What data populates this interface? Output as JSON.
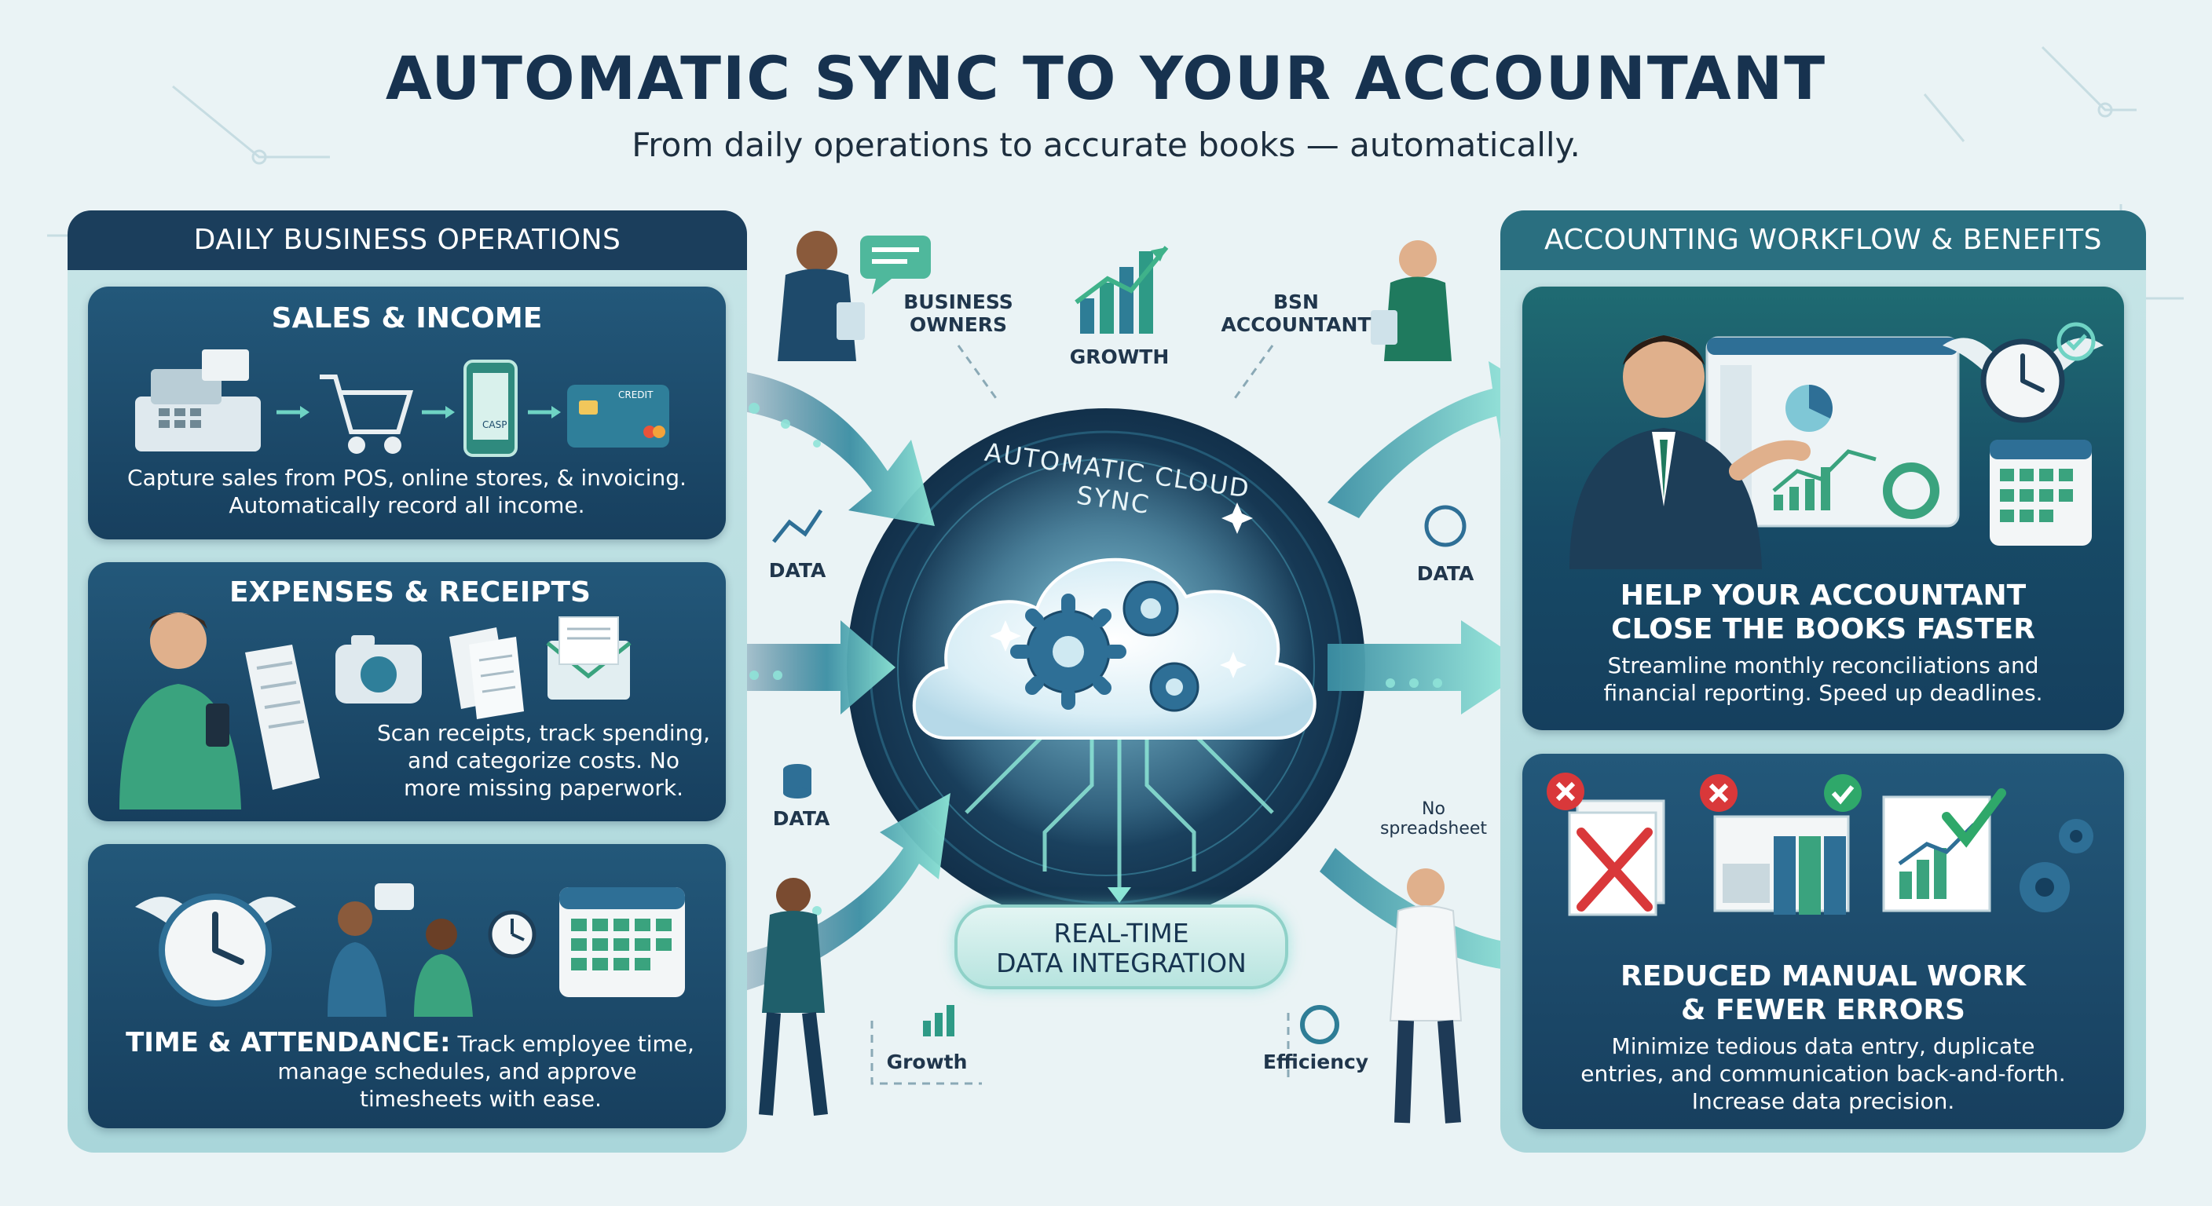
{
  "header": {
    "title": "AUTOMATIC SYNC TO YOUR ACCOUNTANT",
    "subtitle": "From daily operations to accurate books — automatically."
  },
  "left_panel": {
    "title": "DAILY BUSINESS OPERATIONS",
    "cards": [
      {
        "title": "SALES & INCOME",
        "body_lines": [
          "Capture sales from POS, online stores, & invoicing.",
          "Automatically record all income."
        ],
        "icons": [
          "cash-register-icon",
          "shopping-cart-icon",
          "mobile-shop-icon",
          "credit-card-icon"
        ],
        "card_text": "CREDIT",
        "phone_text": "CASP"
      },
      {
        "title": "EXPENSES & RECEIPTS",
        "body_lines": [
          "Scan receipts, track spending,",
          "and categorize costs. No",
          "more missing paperwork."
        ],
        "icons": [
          "person-scanning-icon",
          "camera-icon",
          "receipts-icon",
          "envelope-icon"
        ]
      },
      {
        "title": "TIME & ATTENDANCE:",
        "body_lines": [
          "Track employee time,",
          "manage schedules, and approve",
          "timesheets with ease."
        ],
        "icons": [
          "winged-clock-icon",
          "employees-icon",
          "clock-icon",
          "calendar-icon"
        ]
      }
    ]
  },
  "center": {
    "cloud_label": "AUTOMATIC CLOUD SYNC",
    "integration_label_lines": [
      "REAL-TIME",
      "DATA INTEGRATION"
    ],
    "labels": {
      "business_owners": [
        "BUSINESS",
        "OWNERS"
      ],
      "growth_top": "GROWTH",
      "accountant": [
        "BSN",
        "ACCOUNTANT"
      ],
      "data_left_top": "DATA",
      "data_left_bottom": "DATA",
      "data_right": "DATA",
      "no_spreadsheet": [
        "No",
        "spreadsheet"
      ],
      "growth_bottom": "Growth",
      "efficiency": "Efficiency"
    }
  },
  "right_panel": {
    "title": "ACCOUNTING WORKFLOW & BENEFITS",
    "cards": [
      {
        "title_lines": [
          "HELP YOUR ACCOUNTANT",
          "CLOSE THE BOOKS FASTER"
        ],
        "body_lines": [
          "Streamline monthly reconciliations and",
          "financial reporting. Speed up deadlines."
        ],
        "icons": [
          "accountant-presenting-icon",
          "dashboard-icon",
          "winged-clock-icon",
          "calendar-check-icon"
        ]
      },
      {
        "title_lines": [
          "REDUCED MANUAL WORK",
          "& FEWER ERRORS"
        ],
        "body_lines": [
          "Minimize tedious data entry, duplicate",
          "entries, and communication back-and-forth.",
          "Increase data precision."
        ],
        "icons": [
          "rejected-paperwork-icon",
          "binders-icon",
          "approved-report-icon",
          "gears-icon"
        ]
      }
    ]
  },
  "colors": {
    "navy": "#17324f",
    "card_blue": "#1d4b6b",
    "panel_teal": "#a9d6da",
    "accent_teal": "#6fd3c4",
    "error_red": "#d9383a",
    "success_green": "#2fa86a"
  }
}
